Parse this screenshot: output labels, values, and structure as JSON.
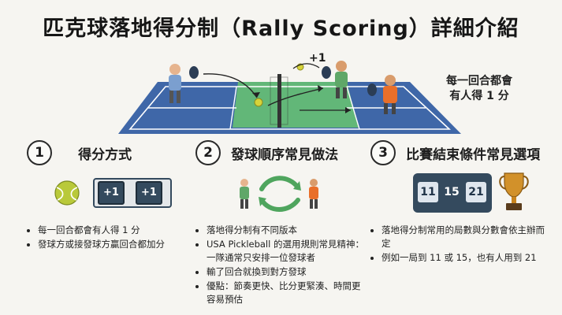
{
  "title": "匹克球落地得分制（Rally Scoring）詳細介紹",
  "hero": {
    "plus_one": "+1",
    "note_line1": "每一回合都會",
    "note_line2": "有人得 1 分"
  },
  "sections": [
    {
      "number": "1",
      "heading": "得分方式",
      "score_a": "+1",
      "score_b": "+1",
      "bullets": [
        "每一回合都會有人得 1 分",
        "發球方或接發球方贏回合都加分"
      ]
    },
    {
      "number": "2",
      "heading": "發球順序常見做法",
      "bullets": [
        "落地得分制有不同版本",
        "USA Pickleball 的選用規則常見精神：一隊通常只安排一位發球者",
        "輸了回合就換到對方發球",
        "優點：節奏更快、比分更緊湊、時間更容易預估"
      ]
    },
    {
      "number": "3",
      "heading": "比賽結束條件常見選項",
      "scoreboard": [
        "11",
        "15",
        "21"
      ],
      "bullets": [
        "落地得分制常用的局數與分數會依主辦而定",
        "例如一局到 11 或 15，也有人用到 21"
      ]
    }
  ],
  "colors": {
    "court_blue": "#3e67a8",
    "court_green": "#5eb576",
    "navy": "#344a5e",
    "trophy": "#c9841e"
  }
}
